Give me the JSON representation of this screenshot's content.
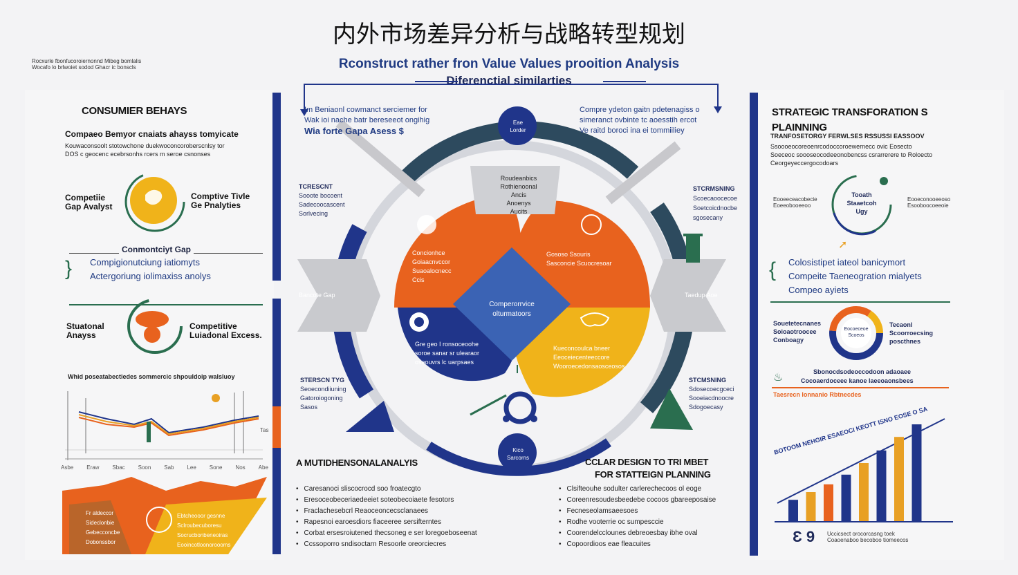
{
  "title": "内外市场差异分析与战略转型规划",
  "subtitle": "Rconstruct rather fron Value Values prooition Analysis",
  "subtitle2": "Diferenctial similarties",
  "top_left_note": [
    "Rocxurle fbonfucoroiernonnd Mibeg bomlalis",
    "Wocafo lo brlwoiet sodod Ghacr ic bonscls"
  ],
  "left": {
    "consumer_header": "CONSUMIER BEHAYS",
    "comparison_header": "Compaeo Bemyor cnaiats ahayss tomyicate",
    "comparison_lines": [
      "Kouwaconsoolt stotowchone duekwoconcoroberscnlsy tor",
      "DOS c geocenc ecebrsonhs rcers m seroe csnonses"
    ],
    "gap_left": "Competiie Gap Avalyst",
    "gap_right": "Comptive Tivle Ge Pnalyties",
    "gap_section_title": "Conmontciyt Gap",
    "gap_items": [
      "Compigionutciung iatiomyts",
      "Actergoriung iolimaxiss anolys"
    ],
    "situational_left": "Stuatonal Anayss",
    "situational_right": "Competitive Luiadonal Excess.",
    "line_chart_title": "Whid poseatabectiedes sommercic shpouldoip walsluoy",
    "line_chart_ticks": [
      "Asbe",
      "Eraw",
      "Sbac",
      "Soon",
      "Sab",
      "Lee",
      "Sone",
      "Nos",
      "Abe"
    ],
    "line_chart_right_label": "Tas",
    "banner_lines": [
      "Fr aldeccor",
      "Sideclonbie",
      "Gebecconcbe",
      "Dobonssbor"
    ],
    "banner_right_lines": [
      "Ebtcheooor gesnne",
      "Sclroubecuboresu",
      "Socrucbonbeneoiras",
      "Eooincotloonoroooms"
    ]
  },
  "center": {
    "arrow_left_text": [
      "Im Beniaonl cowmanct serciemer for",
      "Wak ioi nache batr bereseeot ongihig",
      "Wia forte Gapa Asess $"
    ],
    "arrow_right_text": [
      "Compre ydeton gaitn pdetenagiss o",
      "simeranct ovbinte tc aoesstih ercot",
      "Ve raitd boroci ina ei tommiiliey"
    ],
    "top_badge": "Eae Lorder",
    "bottom_badge": "Kico Sarcorns",
    "top_box": [
      "Roudeanbics",
      "Rothienoonal",
      "Ancis",
      "Anoenys",
      "Aucits"
    ],
    "orange_left": [
      "Concionhce",
      "Goiaacnvccor",
      "Suaoalocnecc",
      "Ccis"
    ],
    "orange_right": [
      "Gososo Ssouris",
      "Sasconcie Scuocresoar"
    ],
    "center_diamond": [
      "Comperorrvice",
      "olturmatoors"
    ],
    "blue_left": [
      "Gre geo I ronsoceoohe",
      "soroe sanar sr ulearaor",
      "osaouvrs lc uarpsaes"
    ],
    "yellow_right": [
      "Kueconcoulca bneer",
      "Eeoceiecenteeccore",
      "Wooroecedonsaosceosos"
    ],
    "side_left_top": [
      "TCRESCNT",
      "Sooote bocoent",
      "Sadecoocascent",
      "Sorlvecing"
    ],
    "side_right_top": [
      "STCRMSNING",
      "Scoecaoocecoe",
      "Soetcoicdnocbe",
      "sgosecany"
    ],
    "side_left_bottom": [
      "STERSCN TYG",
      "Seoecondiiuning",
      "Gatoroiogoning",
      "Sasos"
    ],
    "side_right_bottom": [
      "STCMSNING",
      "Sdosecoecgceci",
      "Sooeiacdnoocre",
      "Sdogoecasy"
    ],
    "left_arrow_label": "Bancote Gap",
    "right_arrow_label": "Taedup Aoe",
    "bottom_left_header": "A MUTIDHENSONALANALYIS",
    "bottom_left_items": [
      "Caresanoci sliscocrocd soo froatecgto",
      "Eresoceobeceriaedeeiet soteobecoiaete fesotors",
      "Fraclachesebcrl Reaoceoncecsclanaees",
      "Rapesnoi earoesdiors fiaceeree sersifterntes",
      "Corbat ersesroiutened thecsoneg e ser loregoeboseenat",
      "Ccssoporro sndisoctarn Resoorle oreorciecres"
    ],
    "bottom_right_header": [
      "CCLAR DESIGN TO TRI MBET",
      "FOR STATTEIGN PLANNING"
    ],
    "bottom_right_items": [
      "Clsifteouhe sodulter carlerechecoos ol eoge",
      "Coreenresoudesbeedebe cocoos gbareeposaise",
      "Fecneseolamsaeesoes",
      "Rodhe vooterrie oc sumpesccie",
      "Coorendelcclounes debreoesbay ibhe oval",
      "Copoordioos eae fleacuites"
    ]
  },
  "right": {
    "header": "STRATEGIC TRANSFORATION S PLAINNING",
    "sub_header": "TRANFOSETORGY FERWLSES RSSUSSI EASSOOV",
    "sub_lines": [
      "Ssoooeocoreoenrcodoccoroewernecc ovic Eosecto",
      "Soeceoc soooseocodeeonobencss csrarrerere to Roloecto",
      "Ceorgeyeccergocodoars"
    ],
    "ring_center": [
      "Tooath",
      "Staaetcoh",
      "Ugy"
    ],
    "ring_left": [
      "Eooeeceacobecie",
      "Eoeeobooeeoo"
    ],
    "ring_right": [
      "Eooeconooeeoso",
      "Esooboocoeeoie"
    ],
    "blue_items": [
      "Colosistipet iateol banicymort",
      "Compeite Taeneogration mialyets",
      "Compeo ayiets"
    ],
    "donut_left": [
      "Souetetecnanes",
      "Soioaotroocee",
      "Conboagy"
    ],
    "donut_center": [
      "Eocoeceoe",
      "Scoeos"
    ],
    "donut_right": [
      "Tecaonl",
      "Scoorroecsing",
      "poscthnes"
    ],
    "note_line1": "Sbonocdsodeoccodoon adaoaee",
    "note_line2": "Cocoaerdoceee kanoe laeeoaonsbees",
    "orange_note": "Taesrecn lonnanio Rbtnecdes",
    "slant_text": "BOTOOM NEHGIR ESAEOCI KEOTT ISNO EOSE O SA",
    "bar_values": [
      22,
      30,
      38,
      48,
      60,
      73,
      87,
      100
    ],
    "bar_colors": [
      "#20358a",
      "#e8a024",
      "#e8621e",
      "#20358a",
      "#e8a024",
      "#20358a",
      "#e8a024",
      "#20358a"
    ],
    "footer_numbers": "Ɛ 9",
    "footer_lines": [
      "Uccicsect orocorcasng toek",
      "Coaoenaboo becoboo tiomeecos"
    ]
  }
}
